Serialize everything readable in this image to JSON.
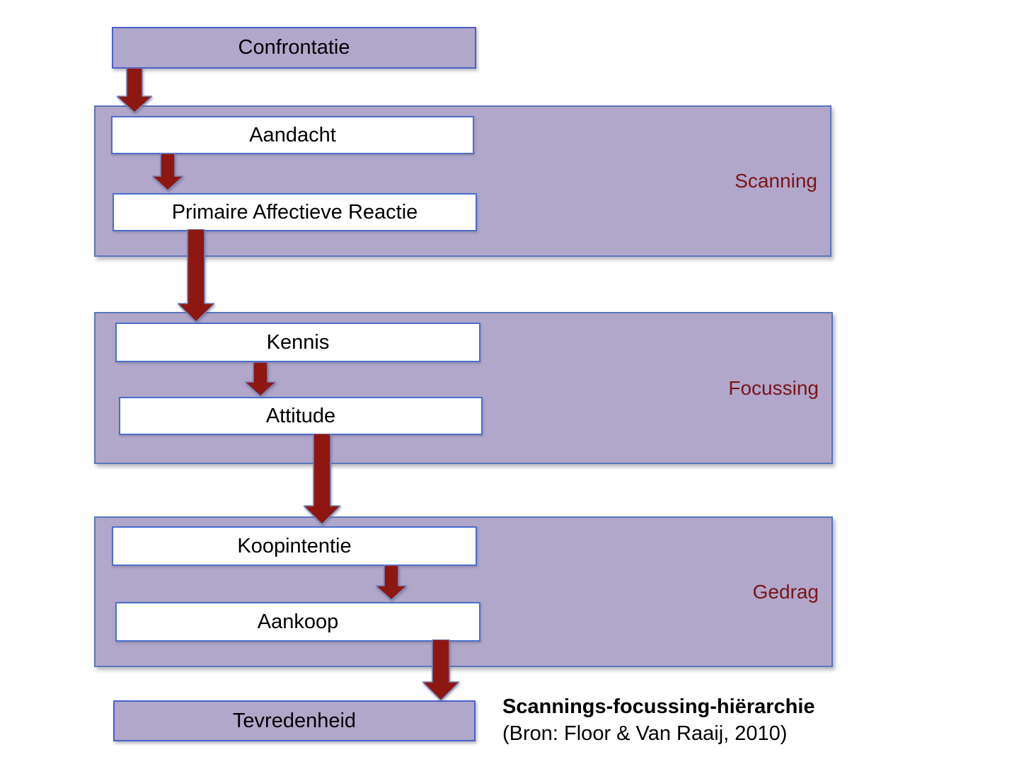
{
  "colors": {
    "background": "#ffffff",
    "stage_fill": "#b1a7ca",
    "stage_border": "#5b76bd",
    "node_border": "#4a60cf",
    "step_fill": "#ffffff",
    "step_border": "#4c6ecd",
    "arrow_fill": "#8e1712",
    "arrow_outline": "#7489c0",
    "stage_label": "#7c1316",
    "text": "#000000"
  },
  "diagram": {
    "start_node": "Confrontatie",
    "end_node": "Tevredenheid",
    "stages": [
      {
        "label": "Scanning",
        "steps": [
          "Aandacht",
          "Primaire Affectieve Reactie"
        ]
      },
      {
        "label": "Focussing",
        "steps": [
          "Kennis",
          "Attitude"
        ]
      },
      {
        "label": "Gedrag",
        "steps": [
          "Koopintentie",
          "Aankoop"
        ]
      }
    ]
  },
  "caption": {
    "title": "Scannings-focussing-hiërarchie",
    "source": "(Bron: Floor & Van Raaij, 2010)"
  }
}
